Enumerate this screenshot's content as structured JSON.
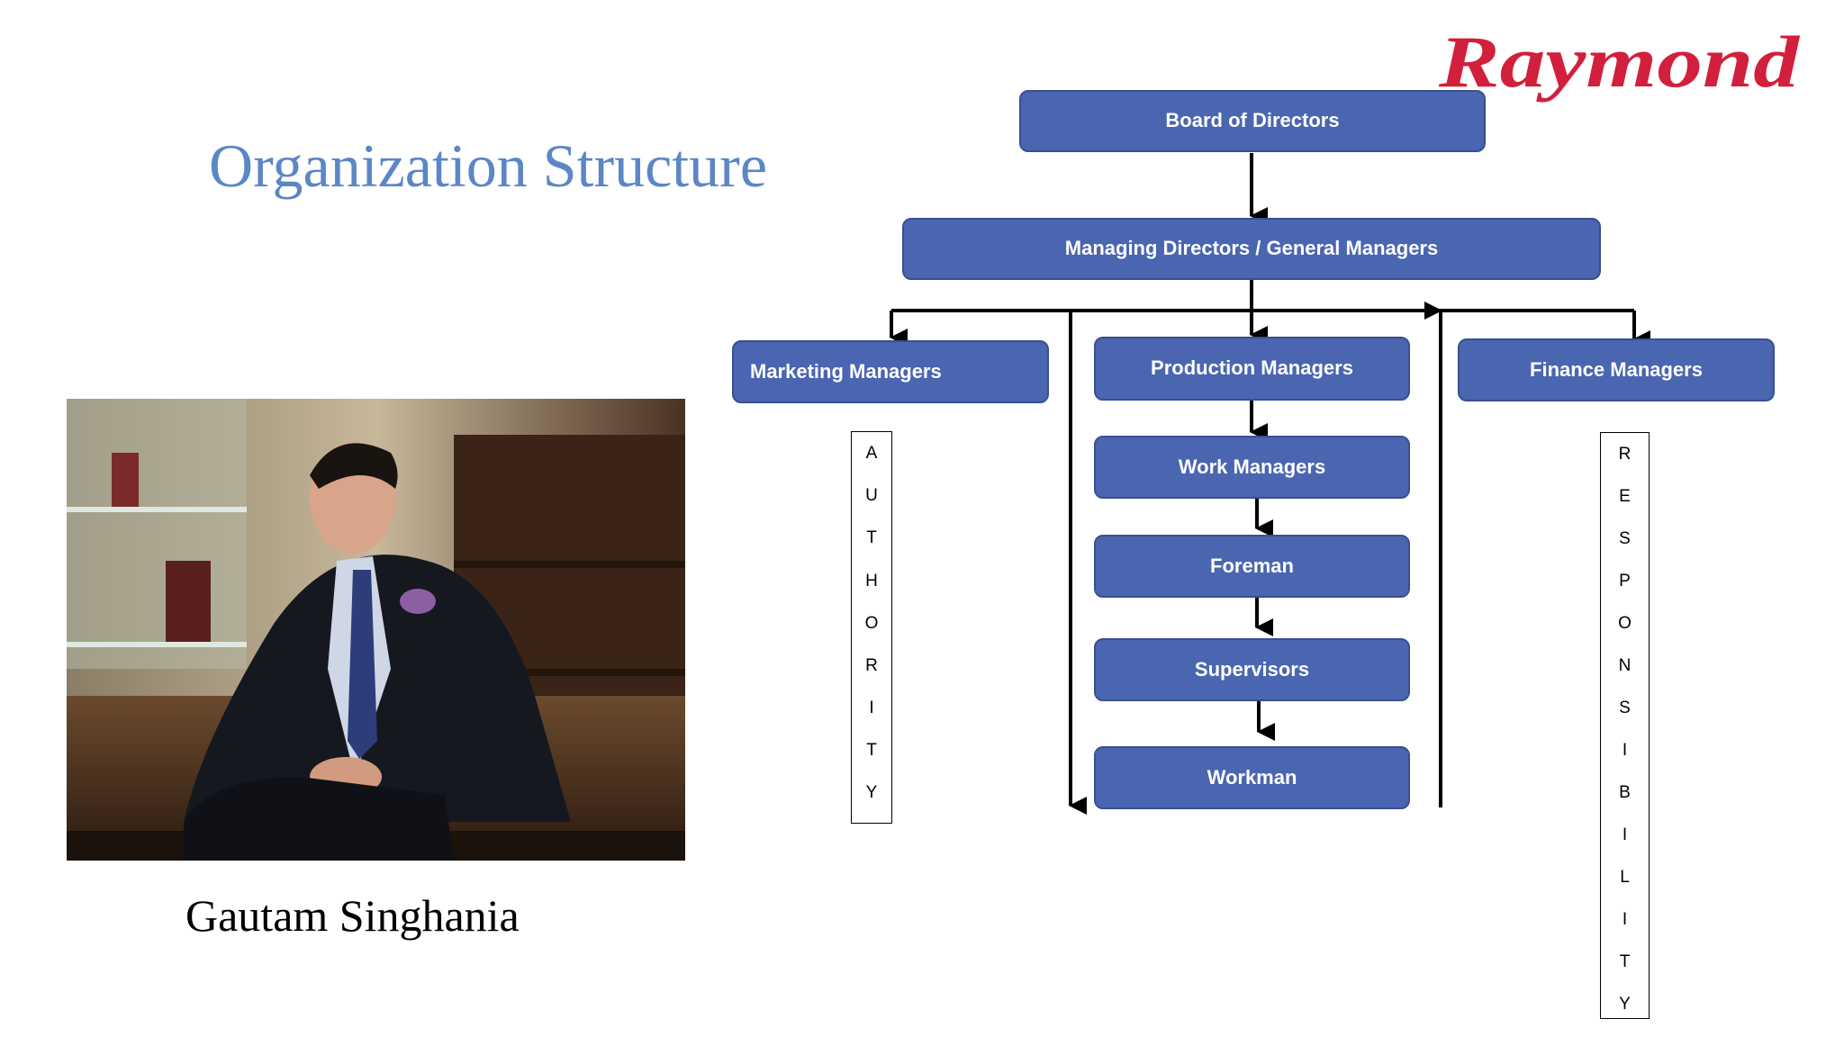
{
  "slide": {
    "title": "Organization Structure",
    "caption": "Gautam Singhania",
    "logo_text": "Raymond",
    "photo_alt": "Portrait of a man in a dark suit seated in a store"
  },
  "colors": {
    "box_fill": "#4a66b1",
    "box_border": "#3a4f8e",
    "title": "#5b87c5",
    "logo": "#d21f3c"
  },
  "org": {
    "board": "Board of Directors",
    "managing": "Managing Directors / General Managers",
    "marketing": "Marketing Managers",
    "production": "Production Managers",
    "finance": "Finance Managers",
    "work": "Work Managers",
    "foreman": "Foreman",
    "supervisors": "Supervisors",
    "workman": "Workman"
  },
  "authority": [
    "A",
    "U",
    "T",
    "H",
    "O",
    "R",
    "I",
    "T",
    "Y"
  ],
  "responsibility": [
    "R",
    "E",
    "S",
    "P",
    "O",
    "N",
    "S",
    "I",
    "B",
    "I",
    "L",
    "I",
    "T",
    "Y"
  ]
}
